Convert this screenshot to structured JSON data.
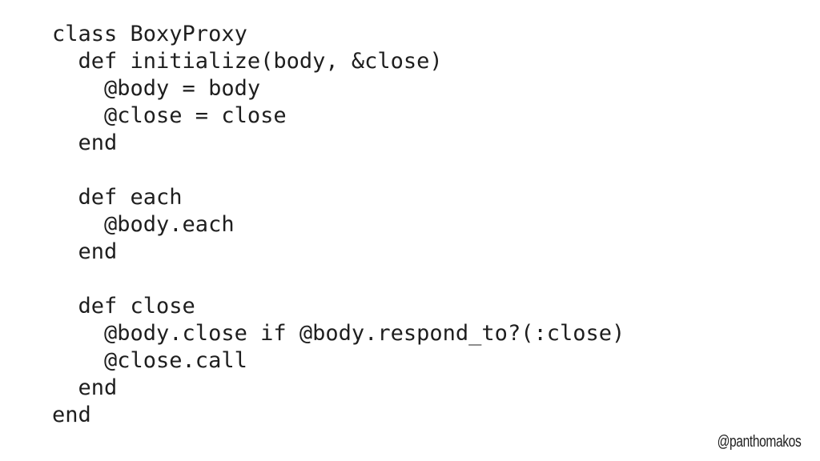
{
  "code": {
    "lines": [
      "class BoxyProxy",
      "  def initialize(body, &close)",
      "    @body = body",
      "    @close = close",
      "  end",
      "",
      "  def each",
      "    @body.each",
      "  end",
      "",
      "  def close",
      "    @body.close if @body.respond_to?(:close)",
      "    @close.call",
      "  end",
      "end"
    ]
  },
  "footer": {
    "handle": "@panthomakos"
  }
}
